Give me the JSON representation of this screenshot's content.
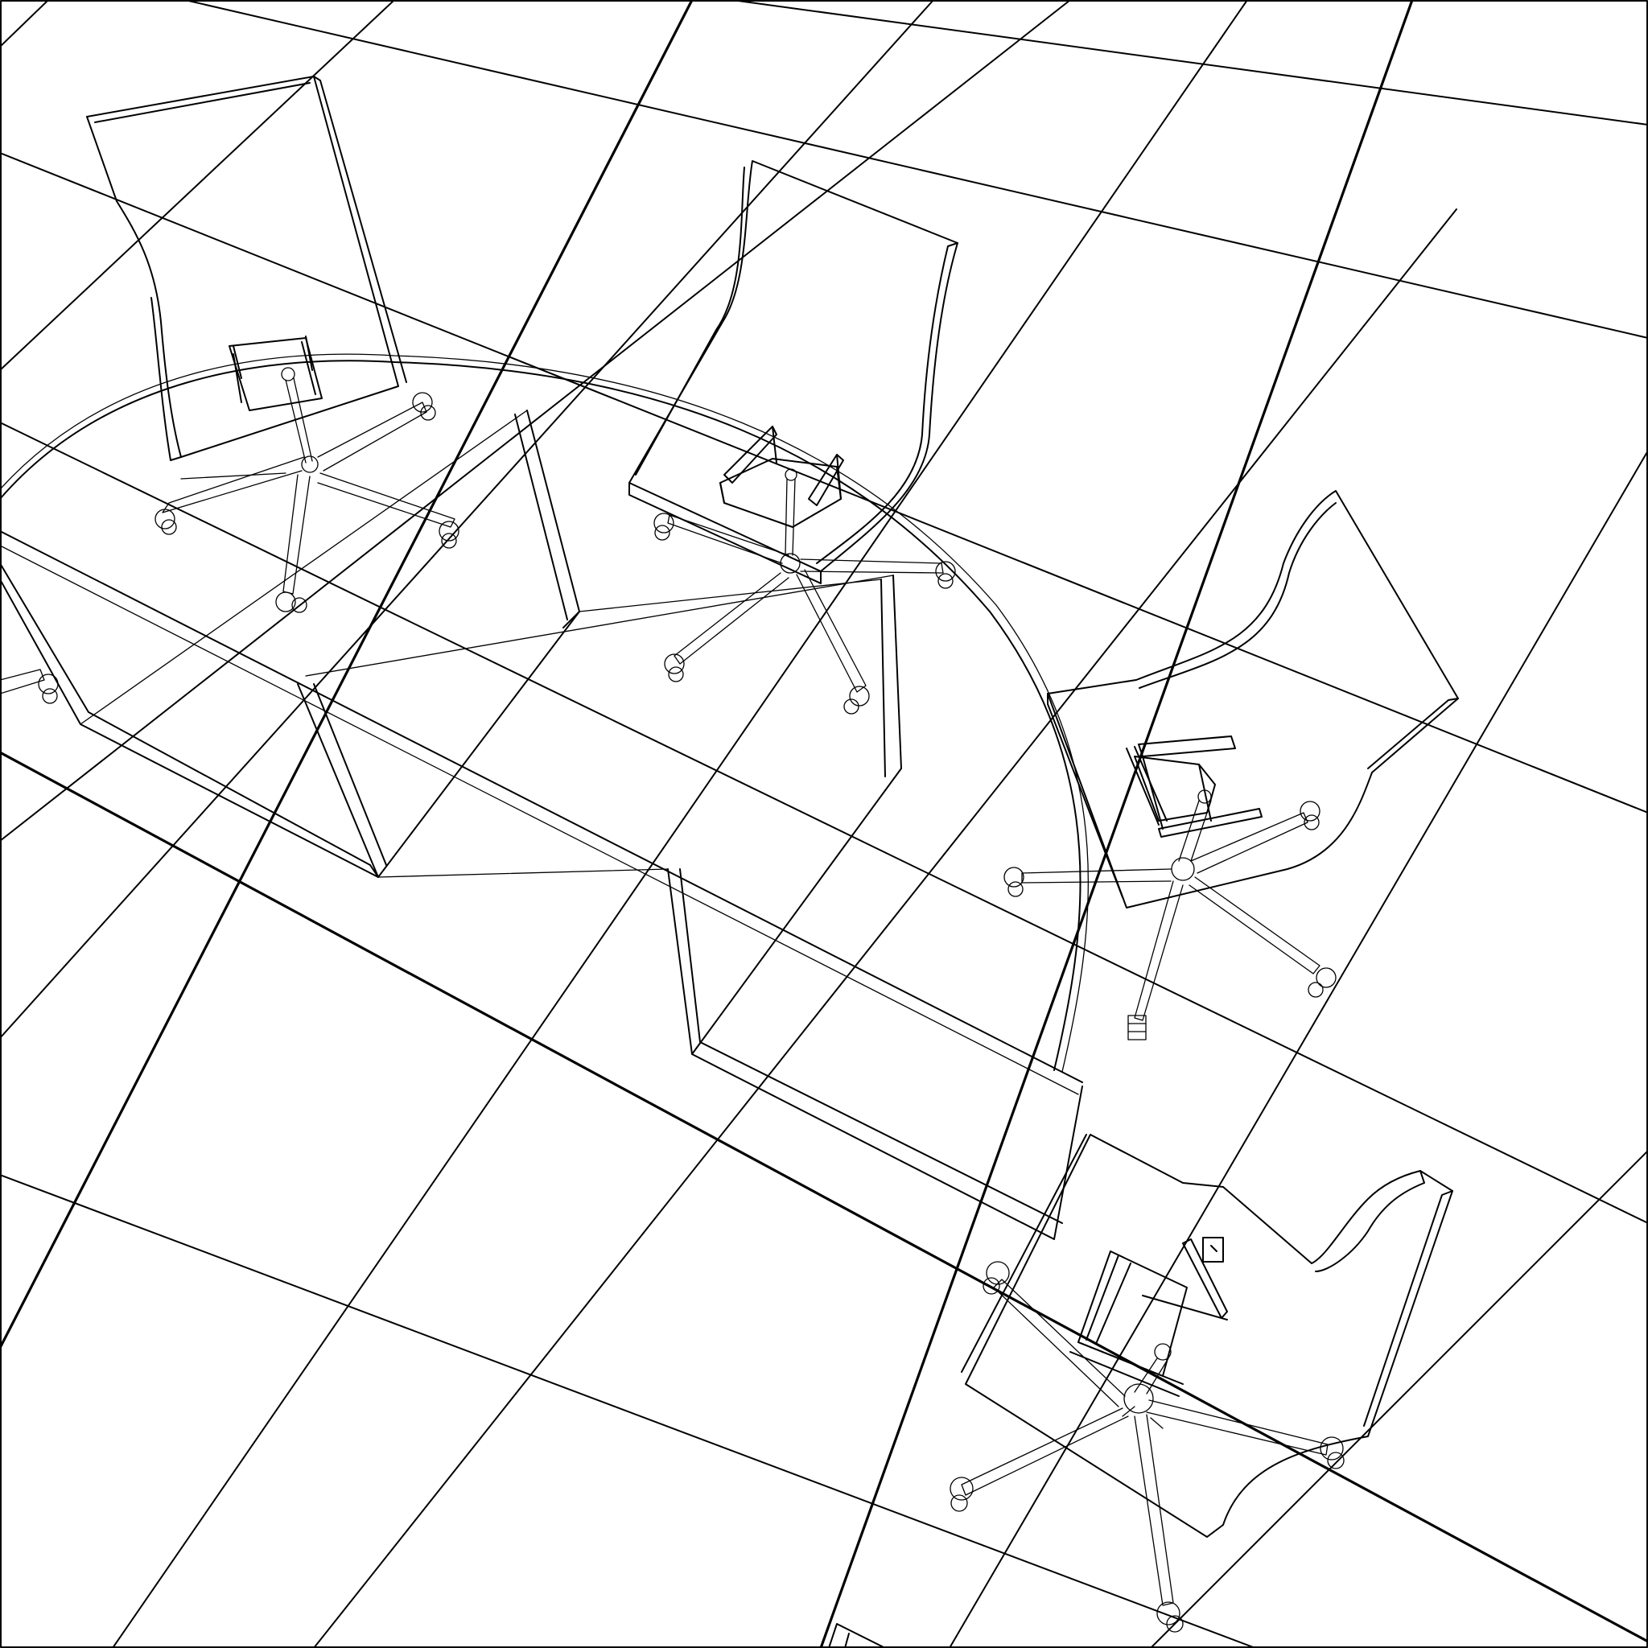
{
  "scene": {
    "line_color": "#000000",
    "background": "#ffffff",
    "chairs": [
      {
        "id": "chair-1"
      },
      {
        "id": "chair-2"
      },
      {
        "id": "chair-3"
      },
      {
        "id": "chair-4"
      }
    ]
  }
}
